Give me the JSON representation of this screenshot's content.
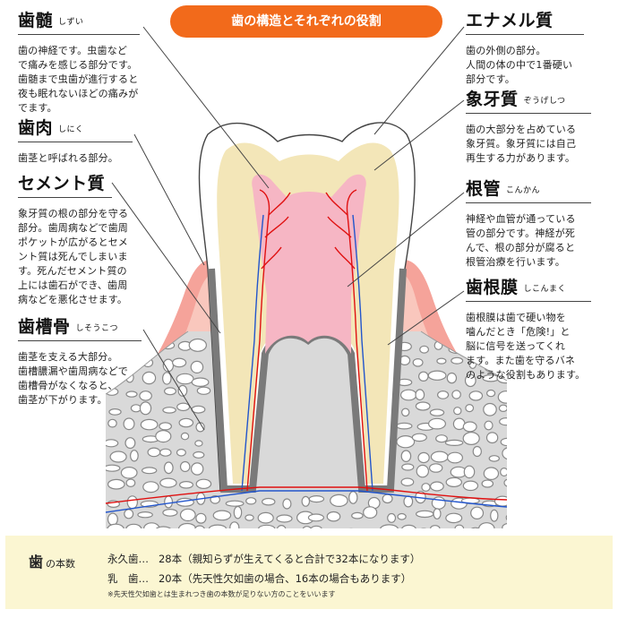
{
  "title": "歯の構造とそれぞれの役割",
  "labels": {
    "shizui": {
      "name": "歯髄",
      "reading": "しずい",
      "desc": [
        "歯の神経です。虫歯など",
        "で痛みを感じる部分です。",
        "歯髄まで虫歯が進行すると",
        "夜も眠れないほどの痛みが",
        "でます。"
      ]
    },
    "shiniku": {
      "name": "歯肉",
      "reading": "しにく",
      "desc": [
        "歯茎と呼ばれる部分。"
      ]
    },
    "cement": {
      "name": "セメント質",
      "reading": "",
      "desc": [
        "象牙質の根の部分を守る",
        "部分。歯周病などで歯周",
        "ポケットが広がるとセメ",
        "ント質は死んでしまいま",
        "す。死んだセメント質の",
        "上には歯石ができ、歯周",
        "病などを悪化させます。"
      ]
    },
    "shisoukotsu": {
      "name": "歯槽骨",
      "reading": "しそうこつ",
      "desc": [
        "歯茎を支える大部分。",
        "歯槽膿漏や歯周病などで",
        "歯槽骨がなくなると、",
        "歯茎が下がります。"
      ]
    },
    "enamel": {
      "name": "エナメル質",
      "reading": "",
      "desc": [
        "歯の外側の部分。",
        "人間の体の中で1番硬い",
        "部分です。"
      ]
    },
    "zouge": {
      "name": "象牙質",
      "reading": "ぞうげしつ",
      "desc": [
        "歯の大部分を占めている",
        "象牙質。象牙質には自己",
        "再生する力があります。"
      ]
    },
    "konkan": {
      "name": "根管",
      "reading": "こんかん",
      "desc": [
        "神経や血管が通っている",
        "管の部分です。神経が死",
        "んで、根の部分が腐ると",
        "根管治療を行います。"
      ]
    },
    "shikonmaku": {
      "name": "歯根膜",
      "reading": "しこんまく",
      "desc": [
        "歯根膜は歯で硬い物を",
        "噛んだとき「危険!」と",
        "脳に信号を送ってくれ",
        "ます。また歯を守るバネ",
        "のような役割もあります。"
      ]
    }
  },
  "footer": {
    "title": "歯",
    "title_suffix": "の本数",
    "permanent_label": "永久歯…",
    "permanent_value": "28本（親知らずが生えてくると合計で32本になります）",
    "baby_label": "乳　歯…",
    "baby_value": "20本（先天性欠如歯の場合、16本の場合もあります）",
    "note": "※先天性欠如歯とは生まれつき歯の本数が足りない方のことをいいます"
  },
  "colors": {
    "title_bg": "#f26a1b",
    "enamel": "#ffffff",
    "dentin": "#f3e6b8",
    "pulp": "#f6b6c4",
    "gum": "#f5a39a",
    "bone": "#d9d9d9",
    "cementum": "#7a7a7a",
    "nerve_red": "#e01010",
    "nerve_blue": "#2255cc",
    "footer_bg": "#fbf6d2"
  }
}
